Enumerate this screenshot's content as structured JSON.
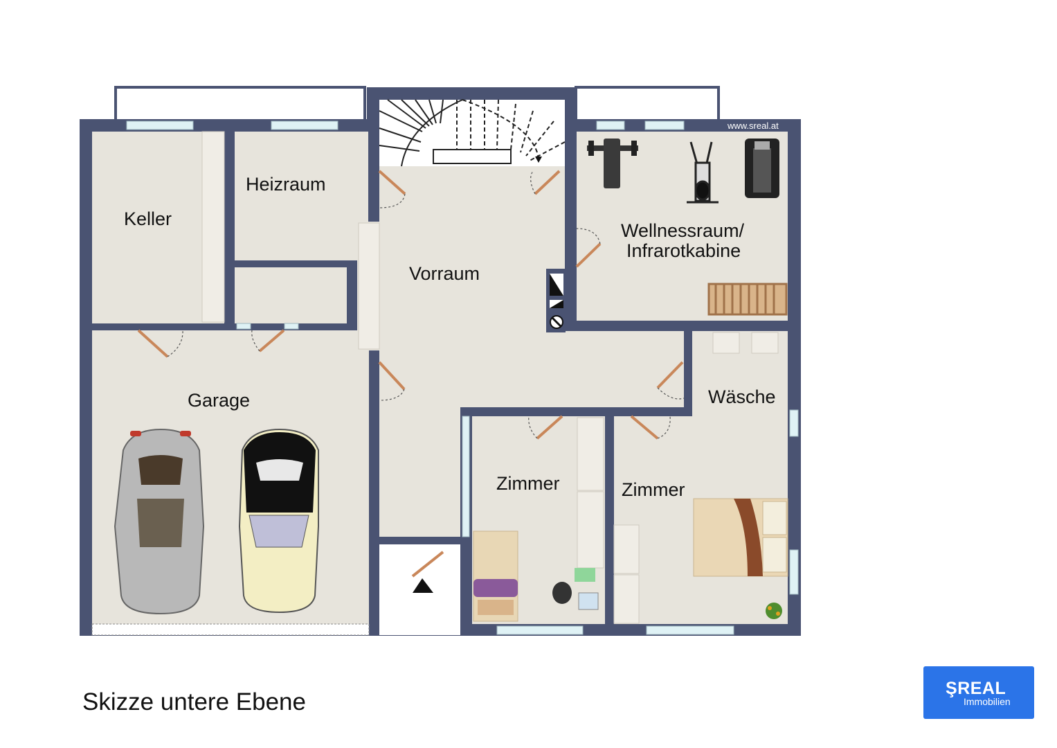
{
  "plan": {
    "watermark": "www.sreal.at",
    "rooms": {
      "keller": "Keller",
      "heizraum": "Heizraum",
      "vorraum": "Vorraum",
      "wellness_line1": "Wellnessraum/",
      "wellness_line2": "Infrarotkabine",
      "garage": "Garage",
      "waesche": "Wäsche",
      "zimmer_left": "Zimmer",
      "zimmer_right": "Zimmer"
    }
  },
  "caption": "Skizze untere Ebene",
  "logo": {
    "brand": "REAL",
    "subtitle": "Immobilien"
  },
  "colors": {
    "wall": "#4a5372",
    "floor": "#e7e4dc",
    "door": "#c9875a",
    "window": "#dff2f5",
    "logo": "#2b74e8"
  }
}
